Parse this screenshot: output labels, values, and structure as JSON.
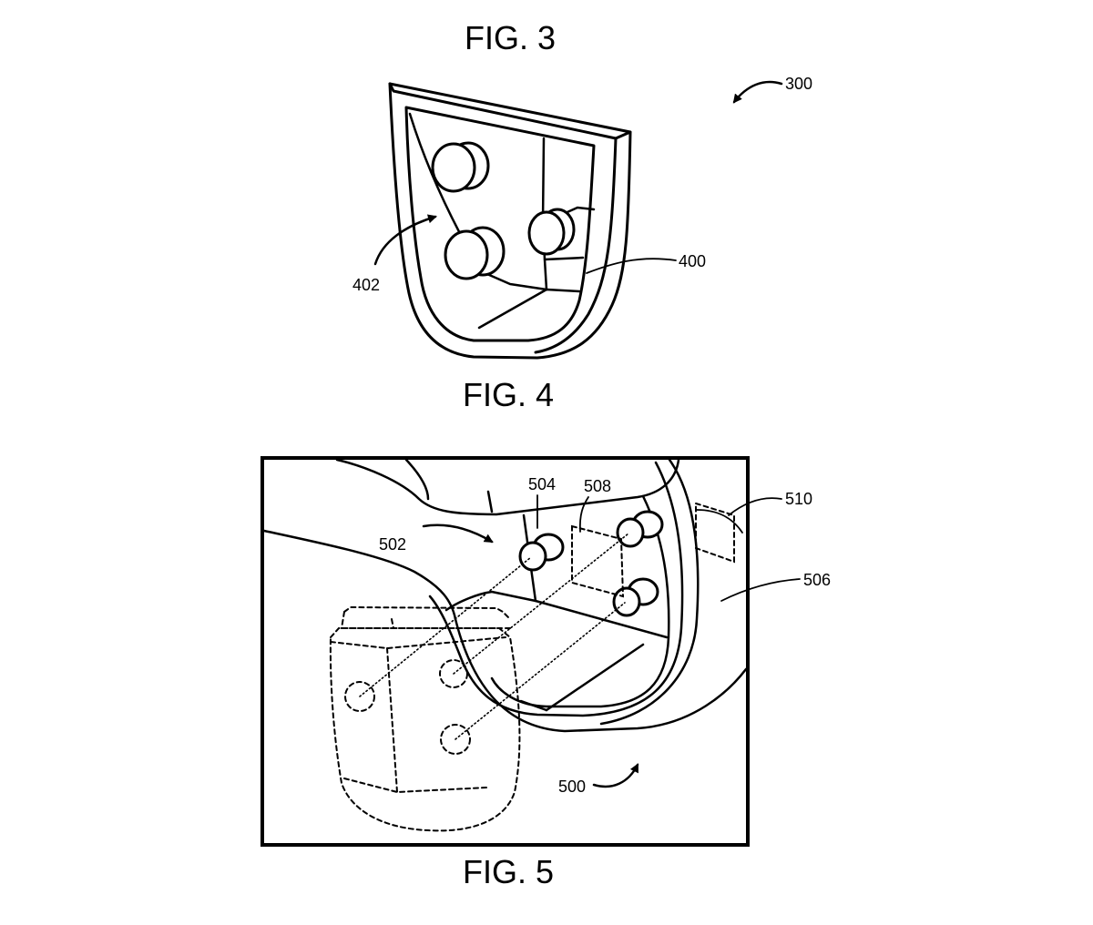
{
  "figures": {
    "fig3": {
      "title": "FIG. 3",
      "ref": "300"
    },
    "fig4": {
      "title": "FIG. 4",
      "ref_cavity": "402",
      "ref_housing": "400"
    },
    "fig5": {
      "title": "FIG. 5",
      "ref_magnets": "502",
      "ref_surface": "504",
      "ref_sensor": "508",
      "ref_device": "506",
      "ref_pad": "510",
      "ref_system": "500"
    }
  },
  "colors": {
    "ink": "#000000",
    "paper": "#ffffff"
  }
}
